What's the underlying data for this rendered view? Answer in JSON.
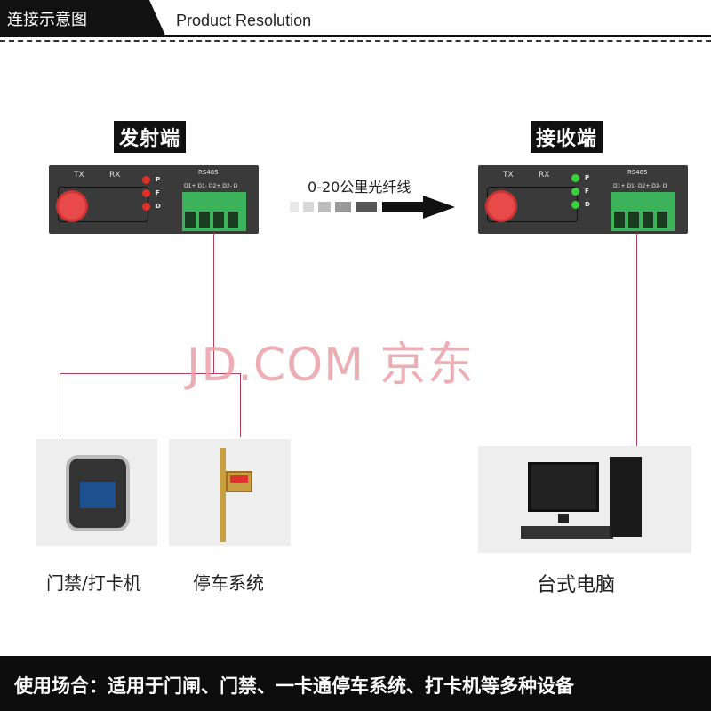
{
  "header": {
    "title_cn": "连接示意图",
    "title_en": "Product Resolution"
  },
  "transmitter": {
    "label": "发射端",
    "port_tx": "TX",
    "port_rx": "RX",
    "leds": [
      "P",
      "F",
      "D"
    ],
    "led_color": "#e0302a",
    "rs485": "RS485",
    "terminals": "D1+ D1- D2+ D2- D"
  },
  "receiver": {
    "label": "接收端",
    "port_tx": "TX",
    "port_rx": "RX",
    "leds": [
      "P",
      "F",
      "D"
    ],
    "led_color": "#3ccf3c",
    "rs485": "RS485",
    "terminals": "D1+ D1- D2+ D2- D"
  },
  "link": {
    "label": "0-20公里光纤线"
  },
  "watermark": "JD.COM 京东",
  "devices": [
    {
      "label": "门禁/打卡机"
    },
    {
      "label": "停车系统"
    },
    {
      "label": "台式电脑"
    }
  ],
  "footer": "使用场合：适用于门闸、门禁、一卡通停车系统、打卡机等多种设备"
}
